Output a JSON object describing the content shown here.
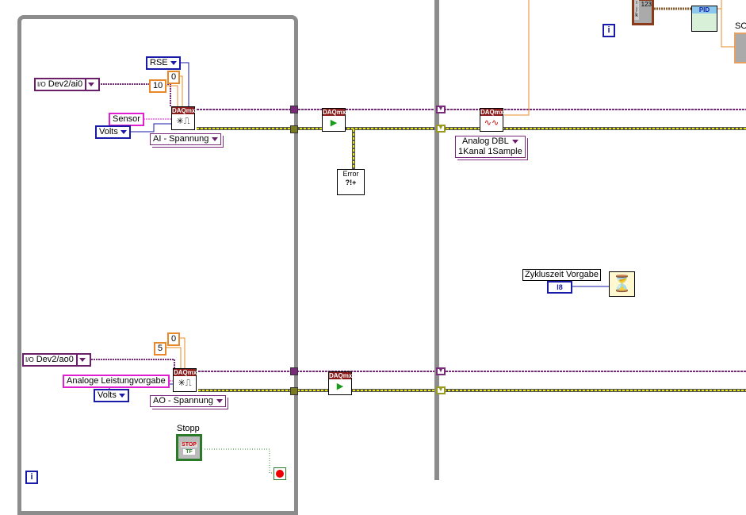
{
  "ai_block": {
    "channel": "Dev2/ai0",
    "channel_icon": "I/O",
    "terminal_config": "RSE",
    "max_value": "0",
    "min_value": "10",
    "name": "Sensor",
    "units": "Volts",
    "polymorphic": "AI - Spannung",
    "node_header": "DAQmx"
  },
  "ao_block": {
    "channel": "Dev2/ao0",
    "channel_icon": "I/O",
    "max_value": "0",
    "min_value": "5",
    "name": "Analoge Leistungvorgabe",
    "units": "Volts",
    "polymorphic": "AO - Spannung",
    "node_header": "DAQmx"
  },
  "start_nodes": {
    "header": "DAQmx"
  },
  "read_node": {
    "header": "DAQmx",
    "polymorphic_line1": "Analog DBL",
    "polymorphic_line2": "1Kanal 1Sample"
  },
  "error_handler": {
    "text": "Error",
    "glyph": "?!+"
  },
  "stop_button": {
    "label": "Stopp",
    "text": "STOP",
    "type": "TF"
  },
  "cycle": {
    "label": "Zykluszeit Vorgabe",
    "type": "I8"
  },
  "loop_iteration": "i",
  "pid": {
    "label": "PID"
  },
  "top_node": {
    "value": "123",
    "sub": "i j k"
  },
  "so_label": "SO",
  "colors": {
    "task_wire": "#7a2a7a",
    "error_wire": "#c8c800",
    "frame": "#8c8c8c",
    "numeric": "#e8882a",
    "ring": "#1a1aa8"
  }
}
